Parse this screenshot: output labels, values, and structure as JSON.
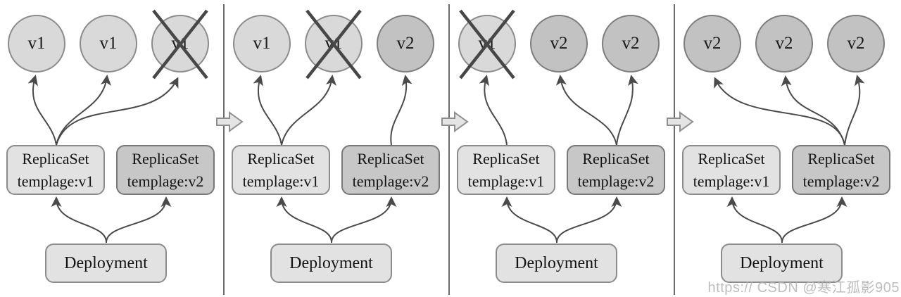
{
  "diagram": {
    "description": "Kubernetes Deployment rolling update from v1 pods to v2 pods in four stages",
    "panels": [
      {
        "pods": [
          {
            "label": "v1",
            "version": "v1",
            "crossed": false
          },
          {
            "label": "v1",
            "version": "v1",
            "crossed": false
          },
          {
            "label": "v1",
            "version": "v1",
            "crossed": true
          }
        ],
        "replicasets": [
          {
            "line1": "ReplicaSet",
            "line2": "templage:v1",
            "version": "v1"
          },
          {
            "line1": "ReplicaSet",
            "line2": "templage:v2",
            "version": "v2"
          }
        ],
        "deployment_label": "Deployment"
      },
      {
        "pods": [
          {
            "label": "v1",
            "version": "v1",
            "crossed": false
          },
          {
            "label": "v1",
            "version": "v1",
            "crossed": true
          },
          {
            "label": "v2",
            "version": "v2",
            "crossed": false
          }
        ],
        "replicasets": [
          {
            "line1": "ReplicaSet",
            "line2": "templage:v1",
            "version": "v1"
          },
          {
            "line1": "ReplicaSet",
            "line2": "templage:v2",
            "version": "v2"
          }
        ],
        "deployment_label": "Deployment"
      },
      {
        "pods": [
          {
            "label": "v1",
            "version": "v1",
            "crossed": true
          },
          {
            "label": "v2",
            "version": "v2",
            "crossed": false
          },
          {
            "label": "v2",
            "version": "v2",
            "crossed": false
          }
        ],
        "replicasets": [
          {
            "line1": "ReplicaSet",
            "line2": "templage:v1",
            "version": "v1"
          },
          {
            "line1": "ReplicaSet",
            "line2": "templage:v2",
            "version": "v2"
          }
        ],
        "deployment_label": "Deployment"
      },
      {
        "pods": [
          {
            "label": "v2",
            "version": "v2",
            "crossed": false
          },
          {
            "label": "v2",
            "version": "v2",
            "crossed": false
          },
          {
            "label": "v2",
            "version": "v2",
            "crossed": false
          }
        ],
        "replicasets": [
          {
            "line1": "ReplicaSet",
            "line2": "templage:v1",
            "version": "v1"
          },
          {
            "line1": "ReplicaSet",
            "line2": "templage:v2",
            "version": "v2"
          }
        ],
        "deployment_label": "Deployment"
      }
    ],
    "icons": {
      "next_stage_arrow": "right-block-arrow-icon",
      "terminated_pod": "cross-x-icon"
    },
    "colors": {
      "pod_v1_fill": "#d9d9d9",
      "pod_v1_border": "#8c8c8c",
      "pod_v2_fill": "#c2c2c2",
      "pod_v2_border": "#7d7d7d",
      "replicaset_v1_fill": "#e2e2e2",
      "replicaset_v2_fill": "#c7c7c7",
      "deployment_fill": "#e2e2e2",
      "edge_stroke": "#4a4a4a",
      "divider": "#6a6a6a",
      "stage_arrow_fill": "#e4e4e4",
      "text": "#141414"
    }
  },
  "watermark": {
    "text": "https:// CSDN @寒江孤影905"
  }
}
